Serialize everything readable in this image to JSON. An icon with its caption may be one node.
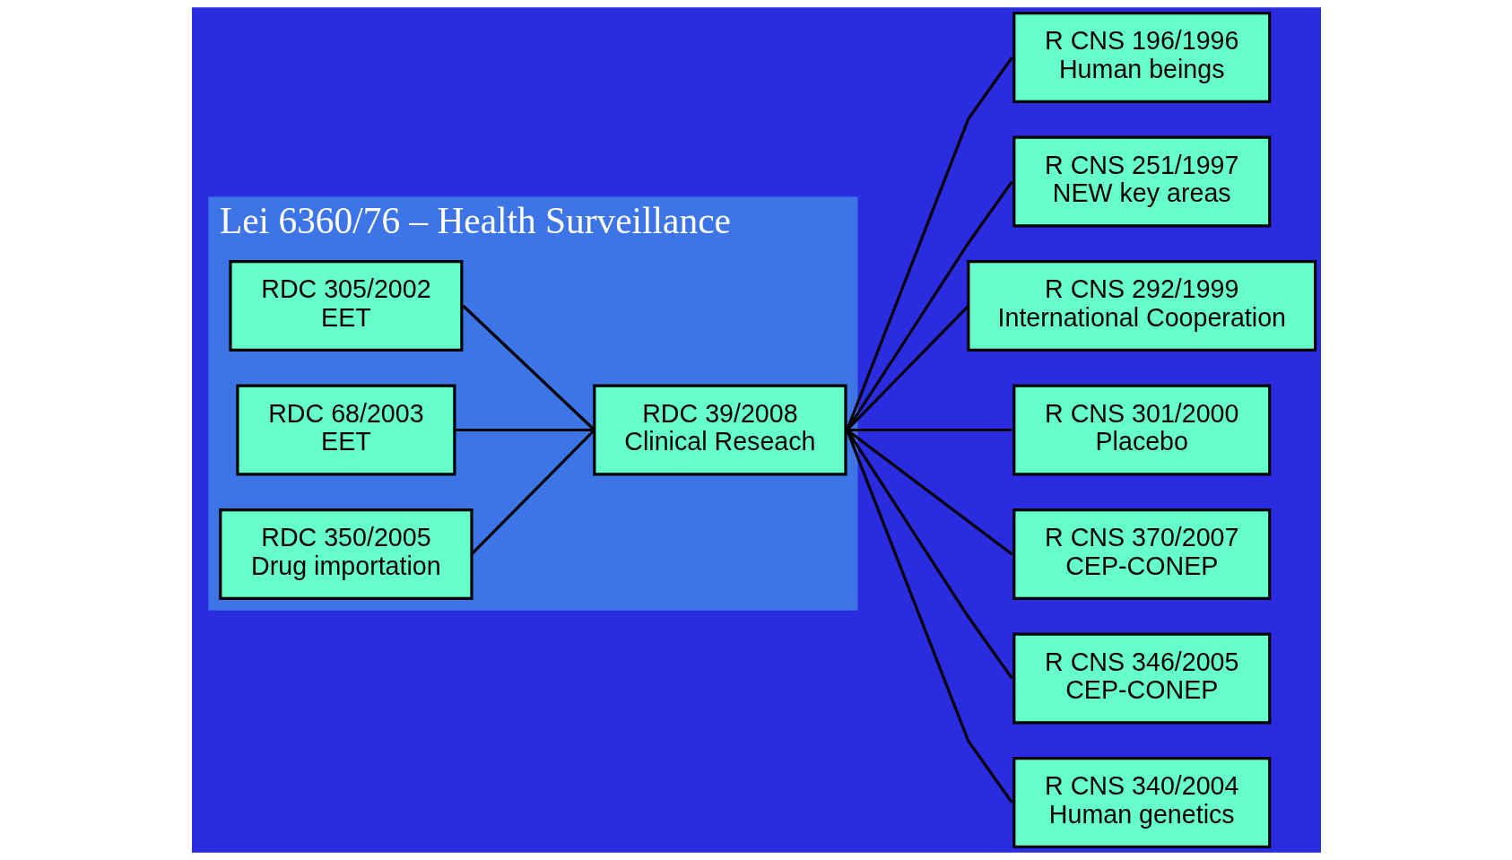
{
  "diagram": {
    "nodes": [
      {
        "text": [
          "Lei 6360/76 – Health Surveillance"
        ]
      },
      {
        "text": [
          "RDC 305/2002",
          "EET"
        ],
        "in": 0
      },
      {
        "text": [
          "RDC 68/2003",
          "EET"
        ],
        "in": 0
      },
      {
        "text": [
          "RDC 350/2005",
          "Drug importation"
        ],
        "in": 0
      },
      {
        "text": [
          "RDC 39/2008",
          "Clinical Reseach"
        ],
        "in": 0
      },
      {
        "text": [
          "R CNS 196/1996",
          "Human beings"
        ]
      },
      {
        "text": [
          "R CNS 251/1997",
          "NEW key areas"
        ]
      },
      {
        "text": [
          "R CNS 292/1999",
          "International Cooperation"
        ]
      },
      {
        "text": [
          "R CNS 301/2000",
          "Placebo"
        ]
      },
      {
        "text": [
          "R CNS 370/2007",
          "CEP-CONEP"
        ]
      },
      {
        "text": [
          "R CNS 346/2005",
          "CEP-CONEP"
        ]
      },
      {
        "text": [
          "R CNS 340/2004",
          "Human genetics"
        ]
      }
    ],
    "edges": [
      {
        "from": 1,
        "to": 4,
        "arrow": "none"
      },
      {
        "from": 2,
        "to": 4,
        "arrow": "none"
      },
      {
        "from": 3,
        "to": 4,
        "arrow": "none"
      },
      {
        "from": 4,
        "to": 5,
        "arrow": "none"
      },
      {
        "from": 4,
        "to": 6,
        "arrow": "none"
      },
      {
        "from": 4,
        "to": 7,
        "arrow": "none"
      },
      {
        "from": 4,
        "to": 8,
        "arrow": "none"
      },
      {
        "from": 4,
        "to": 9,
        "arrow": "none"
      },
      {
        "from": 4,
        "to": 10,
        "arrow": "none"
      },
      {
        "from": 4,
        "to": 11,
        "arrow": "none"
      }
    ]
  }
}
